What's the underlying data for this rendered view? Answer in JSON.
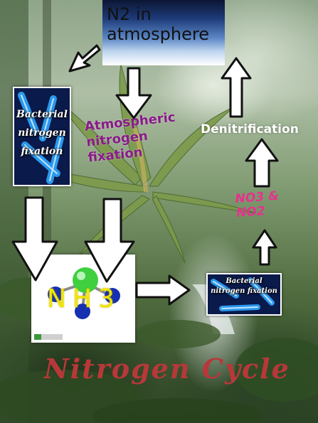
{
  "diagram": {
    "n2_box_label": "N2 in atmosphere",
    "bacterial_left_label": "Bacterial nitrogen fixation",
    "atmospheric_label": "Atmospheric nitrogen fixation",
    "nh3_label": "NH3",
    "bacterial_right_label": "Bacterial nitrogen fixation",
    "no3_label": "NO3 & NO2",
    "denitrification_label": "Denitrification",
    "title": "Nitrogen Cycle"
  },
  "colors": {
    "atmospheric_text": "#8a1a8a",
    "no3_text": "#e8308f",
    "title_text": "#b8383a",
    "nh3_text": "#f2e600",
    "denitrification_text": "#ffffff",
    "arrow_fill": "#ffffff",
    "arrow_outline": "#111111"
  }
}
